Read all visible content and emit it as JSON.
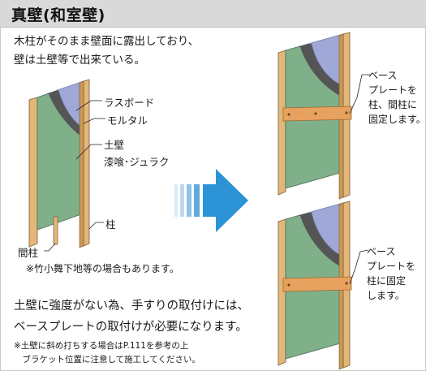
{
  "header": {
    "title": "真壁(和室壁)"
  },
  "intro": {
    "text": "木柱がそのまま壁面に露出しており、\n壁は土壁等で出来ている。"
  },
  "diagram_labels": {
    "lath_board": "ラスボード",
    "mortar": "モルタル",
    "earthen_wall": "土壁\n漆喰･ジュラク",
    "pillar": "柱",
    "stud": "間柱"
  },
  "note1": "※竹小舞下地等の場合もあります。",
  "requirement": "土壁に強度がない為、手すりの取付けには、\nベースプレートの取付けが必要になります。",
  "note2": "※土壁に斜め打ちする場合はP.111を参考の上\n　ブラケット位置に注意して施工してください。",
  "callout_top": "ベース\nプレートを\n柱、間柱に\n固定します。",
  "callout_bottom": "ベース\nプレートを\n柱に固定\nします。",
  "colors": {
    "header": "#d9d9d9",
    "wood": "#e3b67a",
    "wood_dark": "#c99859",
    "plaster": "#7fb08a",
    "mortar": "#5a5a5a",
    "lath": "#9fa8d6",
    "arrow": "#2b93d6",
    "base_plate": "#e8a25f"
  }
}
